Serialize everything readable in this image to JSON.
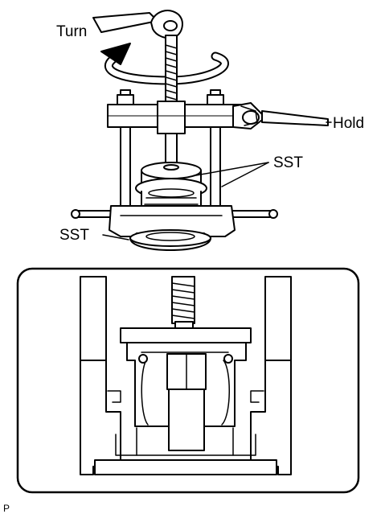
{
  "labels": {
    "turn": "Turn",
    "hold": "Hold",
    "sst_upper": "SST",
    "sst_lower": "SST"
  },
  "figure_code": "P",
  "colors": {
    "line": "#000000",
    "fill": "#ffffff",
    "shade": "#e6e6e6"
  }
}
